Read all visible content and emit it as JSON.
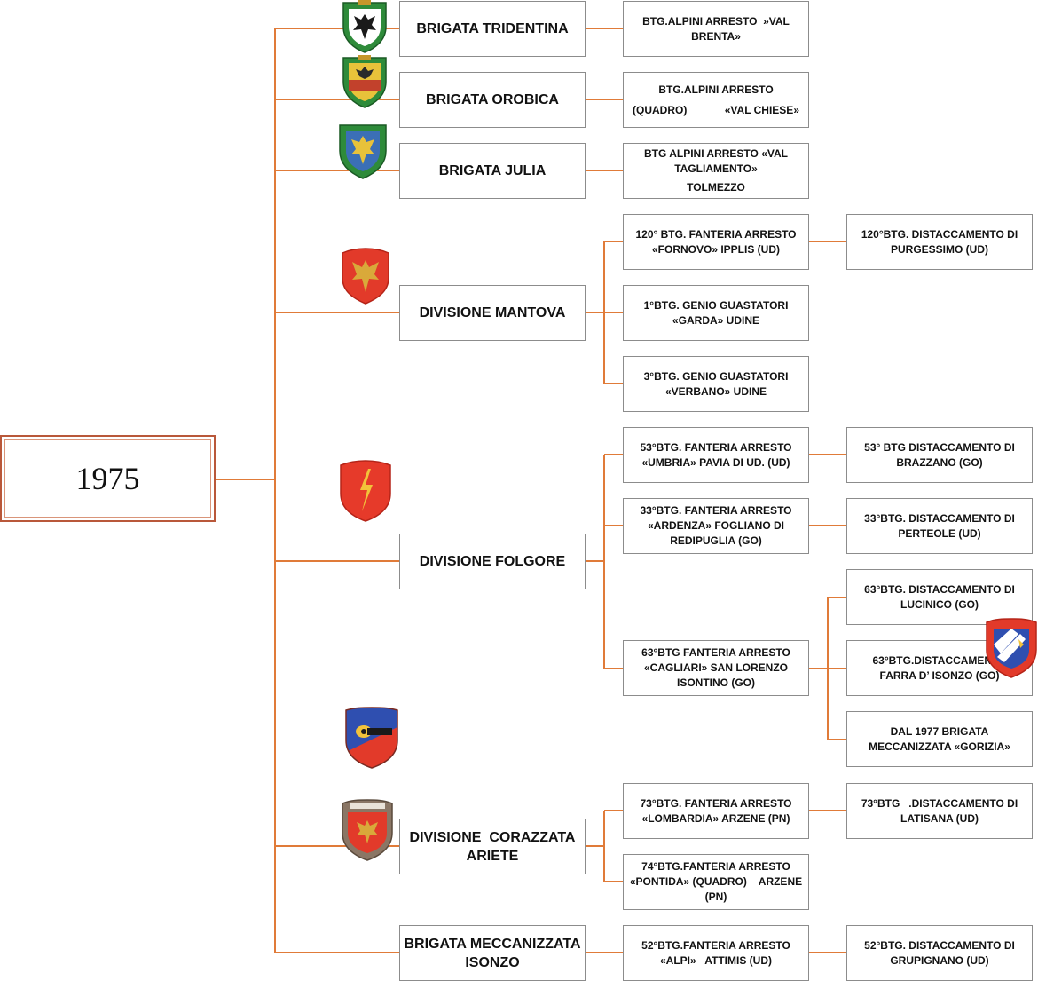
{
  "year": "1975",
  "units": [
    {
      "lines": [
        "BRIGATA TRIDENTINA"
      ],
      "crest": "eagle-green-shield-icon"
    },
    {
      "lines": [
        "BRIGATA OROBICA"
      ],
      "crest": "eagle-yellow-shield-icon"
    },
    {
      "lines": [
        "BRIGATA JULIA"
      ],
      "crest": "eagle-blue-shield-icon"
    },
    {
      "lines": [
        "DIVISIONE MANTOVA"
      ],
      "crest": "golden-eagle-red-shield-icon"
    },
    {
      "lines": [
        "DIVISIONE FOLGORE"
      ],
      "crest": "lightning-red-shield-icon"
    },
    {
      "lines": [
        "DIVISIONE  CORAZZATA",
        "ARIETE"
      ],
      "crest": "ram-blue-red-shield-icon"
    },
    {
      "lines": [
        "BRIGATA MECCANIZZATA",
        "ISONZO"
      ],
      "crest": "eagle-red-shield-brown-border-icon"
    }
  ],
  "battalions": {
    "val_brenta": [
      "BTG.ALPINI ARRESTO  »VAL",
      "BRENTA»"
    ],
    "val_chiese": {
      "line1": "BTG.ALPINI ARRESTO",
      "left": "(QUADRO)",
      "right": "«VAL CHIESE»"
    },
    "val_tagliamento": [
      "BTG ALPINI ARRESTO «VAL",
      "TAGLIAMENTO»",
      "TOLMEZZO"
    ],
    "fornovo": [
      "120° BTG. FANTERIA ARRESTO",
      "«FORNOVO» IPPLIS (UD)"
    ],
    "purgessimo": [
      "120°BTG. DISTACCAMENTO DI",
      "PURGESSIMO (UD)"
    ],
    "garda": [
      "1°BTG. GENIO GUASTATORI",
      "«GARDA» UDINE"
    ],
    "verbano": [
      "3°BTG. GENIO GUASTATORI",
      "«VERBANO» UDINE"
    ],
    "umbria": [
      "53°BTG. FANTERIA ARRESTO",
      "«UMBRIA» PAVIA DI UD. (UD)"
    ],
    "brazzano": [
      "53° BTG DISTACCAMENTO DI",
      "BRAZZANO (GO)"
    ],
    "ardenza": [
      "33°BTG. FANTERIA ARRESTO",
      "«ARDENZA» FOGLIANO DI",
      "REDIPUGLIA (GO)"
    ],
    "perteole": [
      "33°BTG. DISTACCAMENTO DI",
      "PERTEOLE (UD)"
    ],
    "lucinico": [
      "63°BTG. DISTACCAMENTO DI",
      "LUCINICO (GO)"
    ],
    "cagliari": [
      "63°BTG FANTERIA ARRESTO",
      "«CAGLIARI» SAN LORENZO",
      "ISONTINO (GO)"
    ],
    "farra": [
      "63°BTG.DISTACCAMENTO",
      "FARRA D’ ISONZO (GO)"
    ],
    "gorizia": [
      "DAL 1977 BRIGATA",
      "MECCANIZZATA «GORIZIA»"
    ],
    "lombardia": [
      "73°BTG. FANTERIA ARRESTO",
      "«LOMBARDIA» ARZENE (PN)"
    ],
    "latisana": [
      "73°BTG   .DISTACCAMENTO DI",
      "LATISANA (UD)"
    ],
    "pontida": [
      "74°BTG.FANTERIA ARRESTO",
      "«PONTIDA» (QUADRO)    ARZENE",
      "(PN)"
    ],
    "alpi": [
      "52°BTG.FANTERIA ARRESTO",
      "«ALPI»   ATTIMIS (UD)"
    ],
    "grupignano": [
      "52°BTG. DISTACCAMENTO DI",
      "GRUPIGNANO (UD)"
    ]
  },
  "extra_crest": "chevron-white-blue-shield-icon",
  "colors": {
    "connector": "#e07b39",
    "root_border": "#b9583a",
    "box_border": "#8c8c8c"
  }
}
